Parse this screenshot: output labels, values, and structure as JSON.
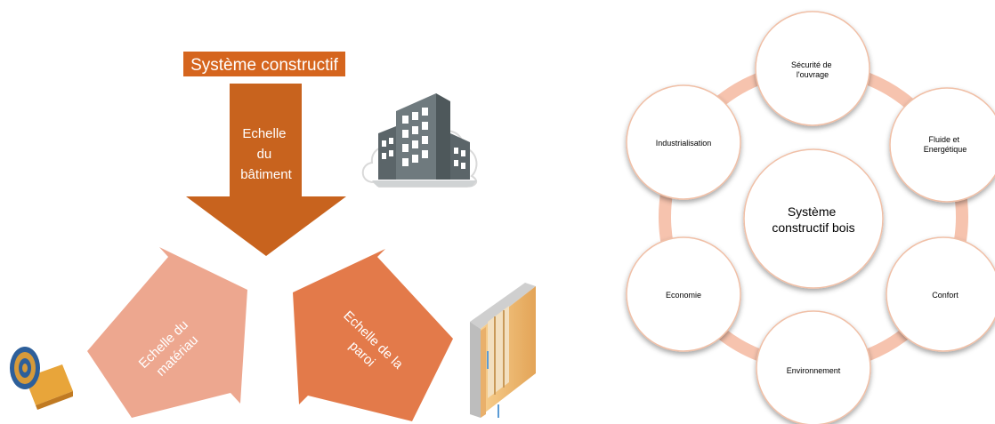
{
  "left_diagram": {
    "header": "Système constructif",
    "down_arrow": {
      "line1": "Echelle",
      "line2": "du",
      "line3": "bâtiment"
    },
    "left_arrow": {
      "line1": "Echelle du",
      "line2": "matériau"
    },
    "right_arrow": {
      "line1": "Echelle de la",
      "line2": "paroi"
    },
    "colors": {
      "header": "#d5651e",
      "down_arrow": "#c8631e",
      "left_arrow": "#eda78f",
      "right_arrow": "#e37a4a"
    },
    "icons": [
      "building-icon",
      "insulation-roll-icon",
      "wall-section-icon"
    ]
  },
  "right_diagram": {
    "center": {
      "line1": "Système",
      "line2": "constructif bois"
    },
    "nodes": [
      {
        "line1": "Sécurité de",
        "line2": "l'ouvrage"
      },
      {
        "line1": "Fluide et",
        "line2": "Energétique"
      },
      {
        "line1": "Confort",
        "line2": ""
      },
      {
        "line1": "Environnement",
        "line2": ""
      },
      {
        "line1": "Economie",
        "line2": ""
      },
      {
        "line1": "Industrialisation",
        "line2": ""
      }
    ],
    "colors": {
      "ring": "#f6c3ae",
      "circle_fill": "#ffffff",
      "circle_stroke": "#f0bfa6"
    }
  }
}
